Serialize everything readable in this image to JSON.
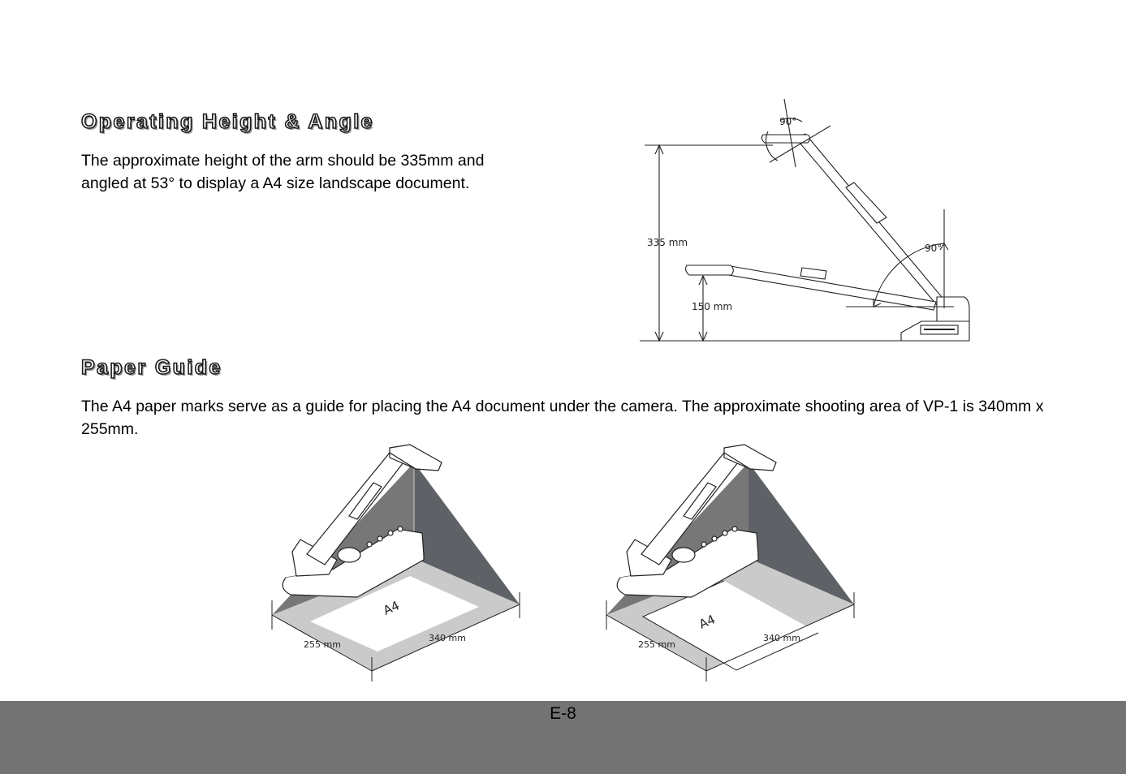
{
  "sections": {
    "operating": {
      "title": "Operating Height & Angle",
      "body": "The approximate height of the arm should be 335mm and angled at 53° to display a A4 size landscape document."
    },
    "paper": {
      "title": "Paper Guide",
      "body": "The A4 paper marks serve as a guide for placing the A4 document under the camera. The approximate shooting area of VP-1 is 340mm x 255mm."
    }
  },
  "side_diagram": {
    "height_label": "335 mm",
    "base_height_label": "150 mm",
    "angle_top": "90°",
    "angle_right": "90°"
  },
  "iso_left": {
    "paper_label": "A4",
    "width_label": "255 mm",
    "length_label": "340 mm"
  },
  "iso_right": {
    "paper_label": "A4",
    "width_label": "255 mm",
    "length_label": "340 mm"
  },
  "footer": {
    "page_number": "E-8"
  }
}
